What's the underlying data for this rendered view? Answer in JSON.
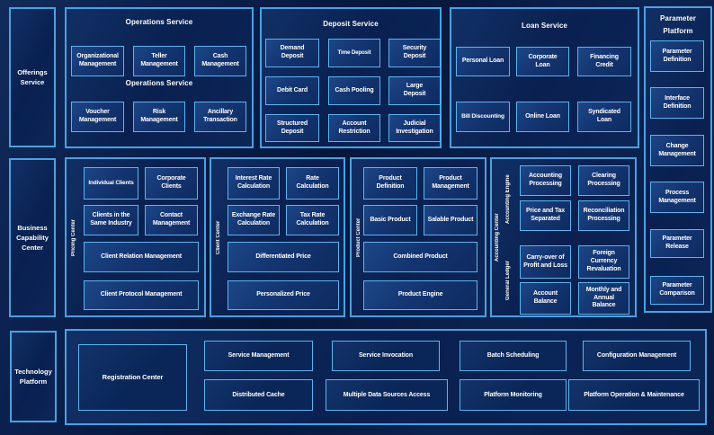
{
  "palette": {
    "bg": "#0a1d49",
    "panel_border": "#4aa2e2",
    "panel_bg": "#092050",
    "box_border": "#5db4f0",
    "box_grad_a": "#1d4787",
    "box_grad_b": "#0e2b60",
    "dark_box_bg": "#0a2658",
    "text": "#ffffff"
  },
  "left_labels": {
    "offerings": "Offerings Service",
    "business": "Business Capability Center",
    "technology": "Technology Platform"
  },
  "operations": {
    "title": "Operations Service",
    "subtitle": "Operations Service",
    "items": [
      "Organizational\nManagement",
      "Teller\nManagement",
      "Cash\nManagement",
      "Voucher\nManagement",
      "Risk\nManagement",
      "Ancillary\nTransaction"
    ]
  },
  "deposit": {
    "title": "Deposit Service",
    "items": [
      "Demand\nDeposit",
      "Time Deposit",
      "Security\nDeposit",
      "Debit Card",
      "Cash Pooling",
      "Large\nDeposit",
      "Structured\nDeposit",
      "Account\nRestriction",
      "Judicial\nInvestigation"
    ]
  },
  "loan": {
    "title": "Loan Service",
    "items": [
      "Personal Loan",
      "Corporate\nLoan",
      "Financing\nCredit",
      "Bill Discounting",
      "Online Loan",
      "Syndicated\nLoan"
    ]
  },
  "parameter": {
    "title_line1": "Parameter",
    "title_line2": "Platform",
    "items": [
      "Parameter\nDefinition",
      "Interface\nDefinition",
      "Change\nManagement",
      "Process\nManagement",
      "Parameter\nRelease",
      "Parameter\nComparison"
    ]
  },
  "pricing_center": {
    "side_label": "Pricing Center",
    "items": [
      "Individual Clients",
      "Corporate\nClients",
      "Clients in the\nSame Industry",
      "Contact\nManagement"
    ],
    "wide_items": [
      "Client Relation Management",
      "Client Protocol Management"
    ]
  },
  "client_center": {
    "side_label": "Client Center",
    "items": [
      "Interest Rate\nCalculation",
      "Rate\nCalculation",
      "Exchange Rate\nCalculation",
      "Tax Rate\nCalculation"
    ],
    "wide_items": [
      "Differentiated Price",
      "Personalized Price"
    ]
  },
  "product_center": {
    "side_label": "Product Center",
    "items": [
      "Product\nDefinition",
      "Product\nManagement",
      "Basic Product",
      "Salable Product"
    ],
    "wide_items": [
      "Combined Product",
      "Product Engine"
    ]
  },
  "accounting_center": {
    "side_label": "Accounting Center",
    "groups": [
      {
        "side_label": "Accounting Engine",
        "items": [
          "Accounting\nProcessing",
          "Clearing\nProcessing",
          "Price and Tax\nSeparated",
          "Reconciliation\nProcessing"
        ]
      },
      {
        "side_label": "General Ledger",
        "items": [
          "Carry-over of\nProfit and Loss",
          "Foreign\nCurrency\nRevaluation",
          "Account\nBalance",
          "Monthly and\nAnnual\nBalance"
        ]
      }
    ]
  },
  "technology": {
    "registration": "Registration Center",
    "row1": [
      "Service Management",
      "Service Invocation",
      "Batch Scheduling",
      "Configuration Management"
    ],
    "row2": [
      "Distributed Cache",
      "Multiple Data Sources Access",
      "Platform Monitoring",
      "Platform Operation & Maintenance"
    ]
  }
}
